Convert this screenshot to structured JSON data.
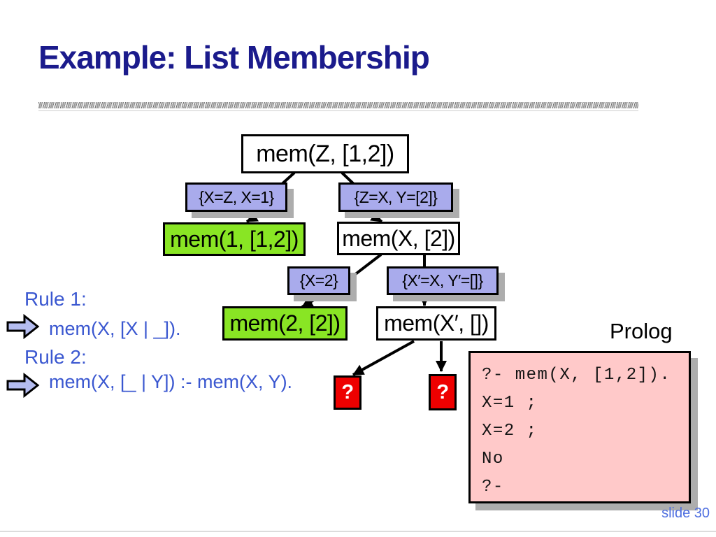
{
  "slide": {
    "title": "Example: List Membership",
    "slide_number": "slide 30",
    "prolog_label": "Prolog"
  },
  "tree": {
    "root_goal": "mem(Z, [1,2])",
    "subst_left": "{X=Z, X=1}",
    "subst_right": "{Z=X, Y=[2]}",
    "success_1": "mem(1, [1,2])",
    "mid_goal": "mem(X, [2])",
    "subst_x2": "{X=2}",
    "subst_xprime": "{X′=X, Y′=[]}",
    "success_2": "mem(2, [2])",
    "empty_goal": "mem(X′, [])",
    "fail_left": "?",
    "fail_right": "?"
  },
  "rules": {
    "rule1_label": "Rule 1:",
    "rule1_body": "mem(X, [X | _]).",
    "rule2_label": "Rule 2:",
    "rule2_body": "mem(X, [_ | Y]) :- mem(X, Y)."
  },
  "prolog": {
    "lines": [
      "?- mem(X, [1,2]).",
      "X=1 ;",
      "X=2 ;",
      "No",
      "?-"
    ]
  },
  "colors": {
    "title_navy": "#1b1b8c",
    "rule_blue": "#3a57d0",
    "subst_purple": "#a9abec",
    "success_green": "#89e524",
    "fail_red": "#ee0000",
    "prolog_pink": "#ffc9c9",
    "shadow_gray": "#adadad",
    "slide_number_blue": "#4f6fe0"
  }
}
